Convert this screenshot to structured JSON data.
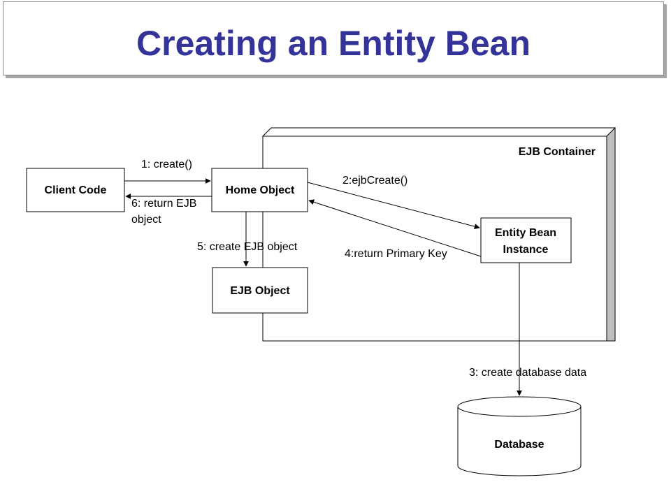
{
  "title": "Creating an Entity Bean",
  "container": {
    "label": "EJB Container"
  },
  "nodes": {
    "client_code": "Client Code",
    "home_object": "Home Object",
    "ejb_object": "EJB Object",
    "entity_bean_line1": "Entity Bean",
    "entity_bean_line2": "Instance",
    "database": "Database"
  },
  "edges": {
    "create": "1: create()",
    "ejb_create": "2:ejbCreate()",
    "create_db_data": "3: create database data",
    "return_pk": "4:return Primary Key",
    "create_ejb_object": "5: create EJB object",
    "return_ejb_line1": "6: return EJB",
    "return_ejb_line2": "object"
  },
  "colors": {
    "title": "#333399",
    "shadow": "#a6a6a6",
    "container_side": "#bfbfbf"
  }
}
